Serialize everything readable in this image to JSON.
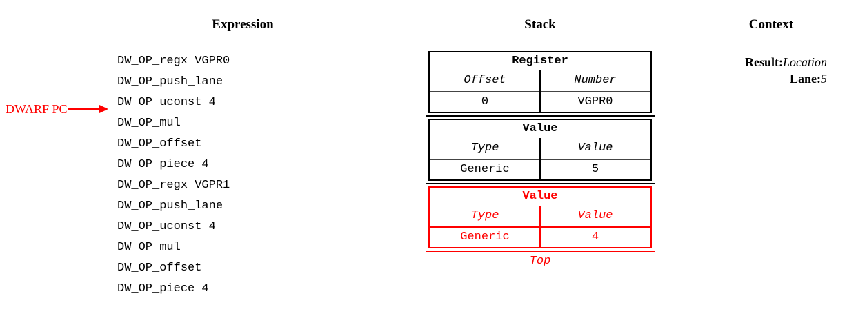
{
  "columns": {
    "expression_heading": "Expression",
    "stack_heading": "Stack",
    "context_heading": "Context"
  },
  "pc_marker": {
    "label": "DWARF PC",
    "points_to_index": 3,
    "color": "#ff0000"
  },
  "expression": {
    "lines": [
      "DW_OP_regx VGPR0",
      "DW_OP_push_lane",
      "DW_OP_uconst 4",
      "DW_OP_mul",
      "DW_OP_offset",
      "DW_OP_piece 4",
      "DW_OP_regx VGPR1",
      "DW_OP_push_lane",
      "DW_OP_uconst 4",
      "DW_OP_mul",
      "DW_OP_offset",
      "DW_OP_piece 4"
    ]
  },
  "stack": {
    "top_label": "Top",
    "entries": [
      {
        "title": "Register",
        "headers": [
          "Offset",
          "Number"
        ],
        "values": [
          "0",
          "VGPR0"
        ],
        "color": "#000000",
        "highlighted": false
      },
      {
        "title": "Value",
        "headers": [
          "Type",
          "Value"
        ],
        "values": [
          "Generic",
          "5"
        ],
        "color": "#000000",
        "highlighted": false
      },
      {
        "title": "Value",
        "headers": [
          "Type",
          "Value"
        ],
        "values": [
          "Generic",
          "4"
        ],
        "color": "#ff0000",
        "highlighted": true
      }
    ]
  },
  "context": {
    "items": [
      {
        "key": "Result:",
        "value": "Location"
      },
      {
        "key": "Lane:",
        "value": "5"
      }
    ]
  }
}
